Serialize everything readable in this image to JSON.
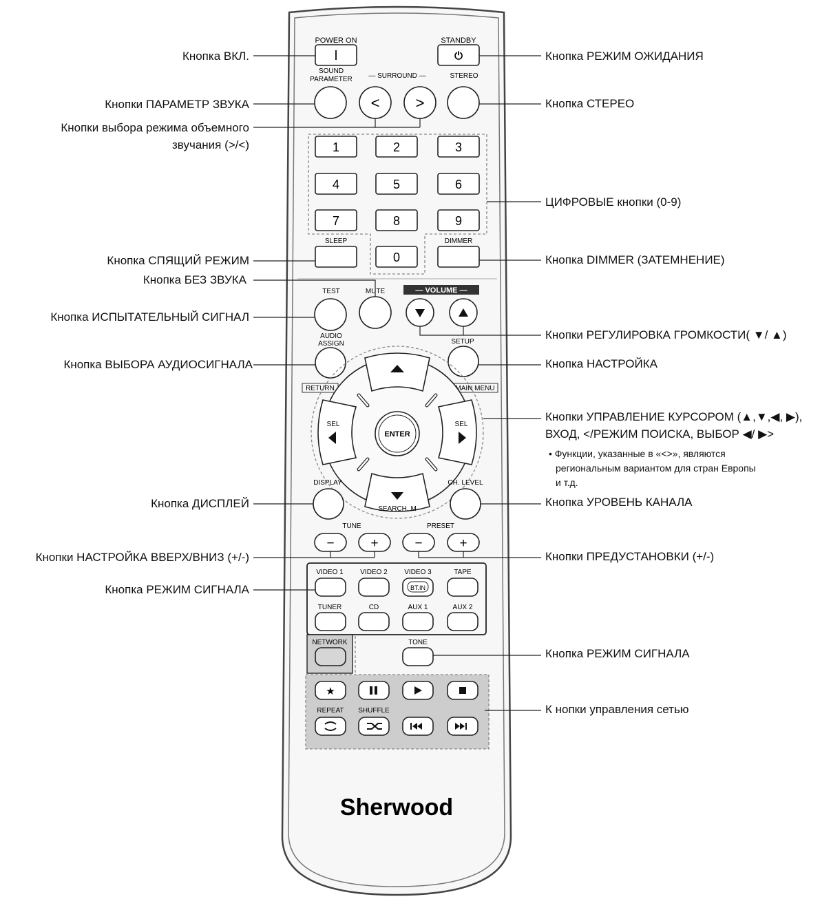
{
  "remote": {
    "brand": "Sherwood",
    "labels": {
      "power_on": "POWER ON",
      "standby": "STANDBY",
      "sound": "SOUND",
      "parameter": "PARAMETER",
      "surround": "— SURROUND —",
      "stereo": "STEREO",
      "sleep": "SLEEP",
      "dimmer": "DIMMER",
      "test": "TEST",
      "mute": "MUTE",
      "volume": "— VOLUME —",
      "audio": "AUDIO",
      "assign": "ASSIGN",
      "setup": "SETUP",
      "return": "RETURN",
      "main_menu": "MAIN MENU",
      "sel_left": "SEL",
      "sel_right": "SEL",
      "enter": "ENTER",
      "display": "DISPLAY",
      "ch_level": "CH. LEVEL",
      "search_m": "SEARCH. M",
      "tune": "TUNE",
      "preset": "PRESET",
      "minus": "−",
      "plus": "+",
      "video1": "VIDEO 1",
      "video2": "VIDEO 2",
      "video3": "VIDEO 3",
      "tape": "TAPE",
      "btin": "BT.IN",
      "tuner": "TUNER",
      "cd": "CD",
      "aux1": "AUX 1",
      "aux2": "AUX 2",
      "network": "NETWORK",
      "tone": "TONE",
      "repeat": "REPEAT",
      "shuffle": "SHUFFLE"
    },
    "digits": [
      "1",
      "2",
      "3",
      "4",
      "5",
      "6",
      "7",
      "8",
      "9",
      "0"
    ]
  },
  "callouts": {
    "power_on": "Кнопка ВКЛ.",
    "standby": "Кнопка РЕЖИМ ОЖИДАНИЯ",
    "sound_param": "Кнопки ПАРАМЕТР ЗВУКА",
    "stereo": "Кнопка СТЕРЕО",
    "surround_1": "Кнопки выбора режима объемного",
    "surround_2": "звучания  (>/<)",
    "digits": "ЦИФРОВЫЕ кнопки (0-9)",
    "sleep": "Кнопка СПЯЩИЙ РЕЖИМ",
    "dimmer": "Кнопка DIMMER (ЗАТЕМНЕНИЕ)",
    "mute": "Кнопка БЕЗ ЗВУКА",
    "test": "Кнопка ИСПЫТАТЕЛЬНЫЙ СИГНАЛ",
    "volume": "Кнопки РЕГУЛИРОВКА ГРОМКОСТИ( ▼/ ▲)",
    "audio_assign": "Кнопка ВЫБОРА АУДИОСИГНАЛА",
    "setup": "Кнопка НАСТРОЙКА",
    "cursor_1": "Кнопки УПРАВЛЕНИЕ КУРСОРОМ (▲,▼,◀, ▶),",
    "cursor_2": "ВХОД, </РЕЖИМ ПОИСКА, ВЫБОР ◀/ ▶>",
    "note_1": "• Функции, указанные в «<>», являются",
    "note_2": "региональным вариантом для стран Европы",
    "note_3": "и т.д.",
    "display": "Кнопка ДИСПЛЕЙ",
    "ch_level": "Кнопка УРОВЕНЬ КАНАЛА",
    "tune": "Кнопки НАСТРОЙКА ВВЕРХ/ВНИЗ (+/-)",
    "preset": "Кнопки ПРЕДУСТАНОВКИ (+/-)",
    "signal_1": "Кнопка РЕЖИМ СИГНАЛА",
    "signal_2": "Кнопка РЕЖИМ СИГНАЛА",
    "network": "К нопки управления сетью"
  }
}
